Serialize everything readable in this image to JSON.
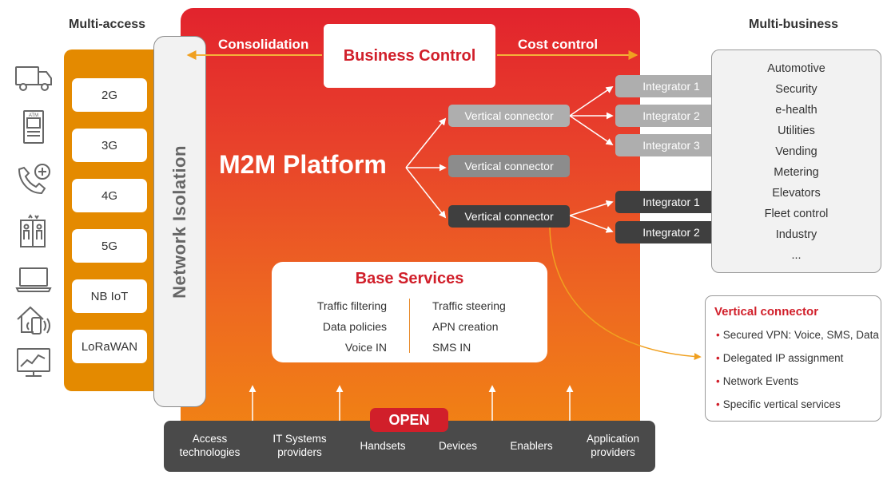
{
  "headings": {
    "multi_access": "Multi-access",
    "multi_business": "Multi-business"
  },
  "access_networks": [
    "2G",
    "3G",
    "4G",
    "5G",
    "NB IoT",
    "LoRaWAN"
  ],
  "network_isolation": "Network Isolation",
  "top": {
    "consolidation": "Consolidation",
    "business_control": "Business Control",
    "cost_control": "Cost control"
  },
  "platform_title": "M2M Platform",
  "vertical_connectors": [
    "Vertical connector",
    "Vertical connector",
    "Vertical connector"
  ],
  "integrators_upper": [
    "Integrator 1",
    "Integrator 2",
    "Integrator 3"
  ],
  "integrators_lower": [
    "Integrator 1",
    "Integrator 2"
  ],
  "base_services": {
    "title": "Base Services",
    "left": [
      "Traffic filtering",
      "Data policies",
      "Voice IN"
    ],
    "right": [
      "Traffic steering",
      "APN creation",
      "SMS IN"
    ]
  },
  "open": {
    "badge": "OPEN",
    "items": [
      [
        "Access",
        "technologies"
      ],
      [
        "IT Systems",
        "providers"
      ],
      [
        "Handsets"
      ],
      [
        "Devices"
      ],
      [
        "Enablers"
      ],
      [
        "Application",
        "providers"
      ]
    ]
  },
  "business_verticals": [
    "Automotive",
    "Security",
    "e-health",
    "Utilities",
    "Vending",
    "Metering",
    "Elevators",
    "Fleet control",
    "Industry",
    "..."
  ],
  "vertical_connector_card": {
    "title": "Vertical connector",
    "bullets": [
      "Secured VPN: Voice, SMS, Data",
      "Delegated IP assignment",
      "Network Events",
      "Specific vertical services"
    ]
  },
  "icons": [
    "truck-icon",
    "atm-icon",
    "phone-medical-icon",
    "elevator-icon",
    "laptop-icon",
    "smart-home-icon",
    "chart-monitor-icon"
  ],
  "colors": {
    "brand_red": "#d11f2a",
    "access_orange": "#e48a00",
    "dark_grey": "#3f3f3f",
    "light_grey": "#aeaeae"
  }
}
